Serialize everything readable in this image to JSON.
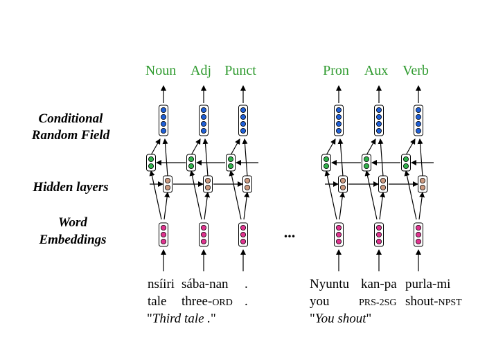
{
  "colors": {
    "tag": "#2e9a2e",
    "crf": "#1f5fd6",
    "forward": "#2fb04a",
    "backward": "#cc9a80",
    "embedding": "#e0338f"
  },
  "layer_labels": {
    "crf": [
      "Conditional",
      "Random Field"
    ],
    "hidden": "Hidden layers",
    "embeddings": [
      "Word",
      "Embeddings"
    ]
  },
  "ellipsis": "...",
  "groups": [
    {
      "tags": [
        "Noun",
        "Adj",
        "Punct"
      ],
      "source_words": [
        "nsíiri",
        "sába-nan",
        "."
      ],
      "gloss": [
        [
          {
            "t": "tale"
          }
        ],
        [
          {
            "t": "three-"
          },
          {
            "t": "ORD",
            "sc": true
          }
        ],
        [
          {
            "t": "."
          }
        ]
      ],
      "translation": [
        {
          "t": "\""
        },
        {
          "t": "Third tale .",
          "i": true
        },
        {
          "t": "\""
        }
      ]
    },
    {
      "tags": [
        "Pron",
        "Aux",
        "Verb"
      ],
      "source_words": [
        "Nyuntu",
        "kan-pa",
        "purla-mi"
      ],
      "gloss": [
        [
          {
            "t": "you"
          }
        ],
        [
          {
            "t": "PRS-2SG",
            "sc": true
          }
        ],
        [
          {
            "t": "shout-"
          },
          {
            "t": "NPST",
            "sc": true
          }
        ]
      ],
      "translation": [
        {
          "t": "\""
        },
        {
          "t": "You shout",
          "i": true
        },
        {
          "t": "\""
        }
      ]
    }
  ]
}
